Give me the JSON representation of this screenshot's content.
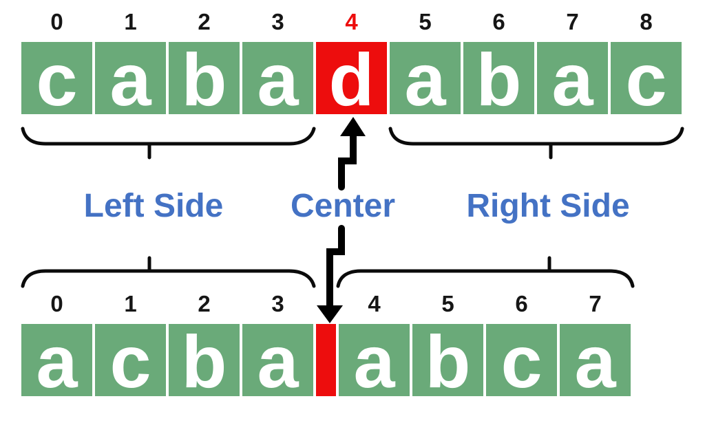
{
  "colors": {
    "cell_green": "#6AAA79",
    "cell_red": "#ED0D0D",
    "label_blue": "#4472C4",
    "line_black": "#000000"
  },
  "top_array": {
    "cells": [
      {
        "index": "0",
        "letter": "c",
        "highlighted": false
      },
      {
        "index": "1",
        "letter": "a",
        "highlighted": false
      },
      {
        "index": "2",
        "letter": "b",
        "highlighted": false
      },
      {
        "index": "3",
        "letter": "a",
        "highlighted": false
      },
      {
        "index": "4",
        "letter": "d",
        "highlighted": true
      },
      {
        "index": "5",
        "letter": "a",
        "highlighted": false
      },
      {
        "index": "6",
        "letter": "b",
        "highlighted": false
      },
      {
        "index": "7",
        "letter": "a",
        "highlighted": false
      },
      {
        "index": "8",
        "letter": "c",
        "highlighted": false
      }
    ]
  },
  "bottom_array": {
    "cells": [
      {
        "index": "0",
        "letter": "a",
        "highlighted": false
      },
      {
        "index": "1",
        "letter": "c",
        "highlighted": false
      },
      {
        "index": "2",
        "letter": "b",
        "highlighted": false
      },
      {
        "index": "3",
        "letter": "a",
        "highlighted": false
      },
      {
        "index": "",
        "letter": "",
        "highlighted": true,
        "thin": true
      },
      {
        "index": "4",
        "letter": "a",
        "highlighted": false
      },
      {
        "index": "5",
        "letter": "b",
        "highlighted": false
      },
      {
        "index": "6",
        "letter": "c",
        "highlighted": false
      },
      {
        "index": "7",
        "letter": "a",
        "highlighted": false
      }
    ]
  },
  "labels": {
    "left": "Left Side",
    "center": "Center",
    "right": "Right Side"
  }
}
